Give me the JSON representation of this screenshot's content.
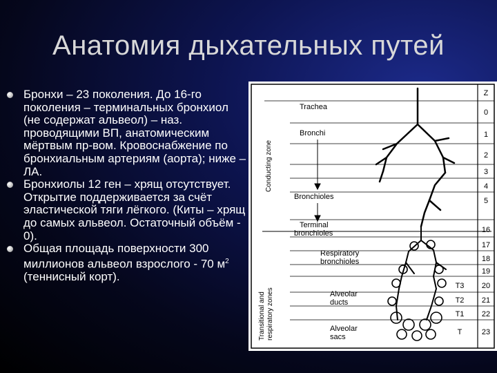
{
  "slide": {
    "title": "Анатомия дыхательных путей",
    "bullets": [
      "Бронхи – 23 поколения. До 16-го поколения – терминальных бронхиол (не содержат альвеол) – наз. проводящими ВП, анатомическим мёртвым пр-вом. Кровоснабжение по бронхиальным артериям (аорта); ниже – ЛА.",
      "Бронхиолы 12 ген – хрящ отсутствует. Открытие поддерживается за счёт эластической тяги лёгкого. (Киты – хрящ до самых альвеол. Остаточный объём - 0).",
      {
        "before": "Общая площадь поверхности 300 миллионов альвеол взрослого - 70 м",
        "sup": "2",
        "after": " (теннисный корт)."
      }
    ]
  },
  "diagram": {
    "zones": {
      "conducting": "Conducting zone",
      "transitional_line1": "Transitional and",
      "transitional_line2": "respiratory zones"
    },
    "labels": {
      "trachea": "Trachea",
      "bronchi": "Bronchi",
      "bronchioles": "Bronchioles",
      "terminal_line1": "Terminal",
      "terminal_line2": "bronchioles",
      "respiratory_line1": "Respiratory",
      "respiratory_line2": "bronchioles",
      "alveolar_ducts_line1": "Alveolar",
      "alveolar_ducts_line2": "ducts",
      "alveolar_sacs_line1": "Alveolar",
      "alveolar_sacs_line2": "sacs"
    },
    "column_header": "Z",
    "generations": [
      "0",
      "1",
      "2",
      "3",
      "4",
      "5",
      "16",
      "17",
      "18",
      "19",
      "20",
      "21",
      "22",
      "23"
    ],
    "t_labels": [
      "T3",
      "T2",
      "T1",
      "T"
    ]
  }
}
